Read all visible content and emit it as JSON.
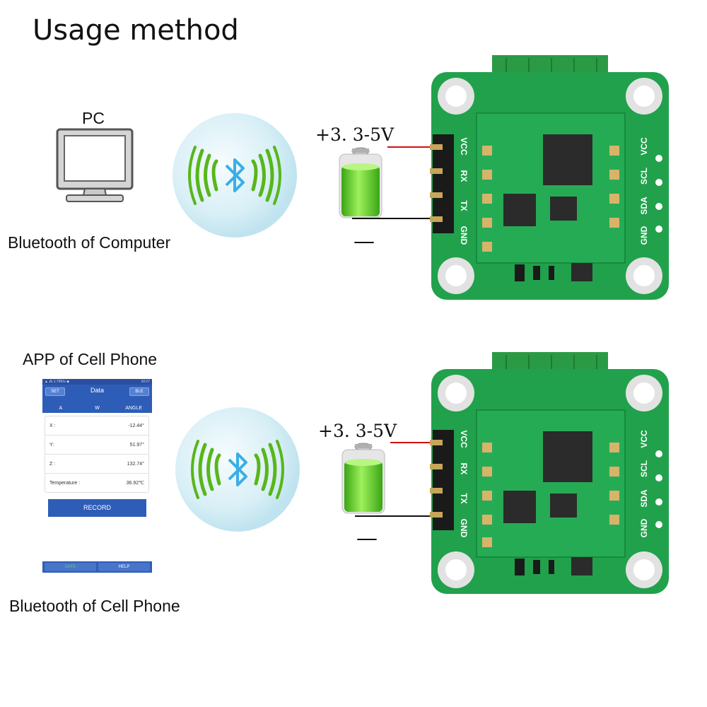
{
  "title": "Usage method",
  "pc": {
    "label": "PC",
    "caption": "Bluetooth of Computer"
  },
  "phone": {
    "label": "APP of Cell Phone",
    "caption": "Bluetooth of Cell Phone",
    "status_left": "▲ ⁂ 1.79K/s ◆",
    "status_right": "10:27",
    "set_button": "SET",
    "header_title": "Data",
    "ble_button": "BLE",
    "tabs": [
      "A",
      "W",
      "ANGLE"
    ],
    "rows": [
      {
        "label": "X :",
        "value": "-12.44°"
      },
      {
        "label": "Y:",
        "value": "51.97°"
      },
      {
        "label": "Z :",
        "value": "132.74°"
      },
      {
        "label": "Temperature :",
        "value": "36.92℃"
      }
    ],
    "record_button": "RECORD",
    "bottom_tabs": [
      "DATA",
      "HELP"
    ]
  },
  "power": {
    "voltage": "+3. 3-5V",
    "minus": "—"
  },
  "board": {
    "left_pins": [
      "VCC",
      "RX",
      "TX",
      "GND"
    ],
    "right_pins": [
      "VCC",
      "SCL",
      "SDA",
      "GND"
    ]
  },
  "colors": {
    "pcb": "#1f9f4a",
    "bluetooth": "#3aaee6",
    "waves": "#58b61a",
    "battery": "#6fd22f",
    "phone_blue": "#2e5db7"
  }
}
